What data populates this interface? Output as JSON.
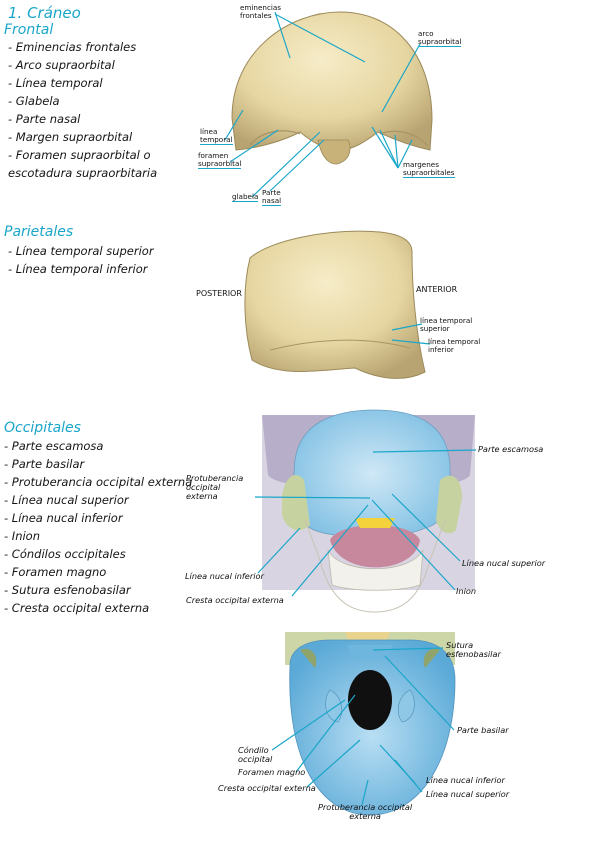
{
  "frontal": {
    "title": "1. Cráneo",
    "subtitle": "Frontal",
    "items": [
      "- Eminencias frontales",
      "- Arco supraorbital",
      "- Línea temporal",
      "- Glabela",
      "- Parte nasal",
      "- Margen supraorbital",
      "- Foramen supraorbital o",
      "escotadura supraorbitaria"
    ],
    "labels": {
      "eminencias": "eminencias\nfrontales",
      "arco": "arco\nsupraorbital",
      "linea": "línea\ntemporal",
      "foramen": "foramen\nsupraorbital",
      "glabela": "glabela",
      "parte_nasal": "Parte\nnasal",
      "margenes": "margenes\nsupraorbitales"
    }
  },
  "parietales": {
    "title": "Parietales",
    "items": [
      "- Línea temporal superior",
      "- Línea temporal inferior"
    ],
    "labels": {
      "posterior": "POSTERIOR",
      "anterior": "ANTERIOR",
      "lts": "línea temporal\nsuperior",
      "lti": "línea temporal\ninferior"
    }
  },
  "occipitales": {
    "title": "Occipitales",
    "items": [
      "- Parte escamosa",
      "- Parte basilar",
      "- Protuberancia occipital externa",
      "- Línea nucal superior",
      "- Línea nucal inferior",
      "- Inion",
      "- Cóndilos occipitales",
      "- Foramen magno",
      "- Sutura esfenobasilar",
      "- Cresta occipital externa"
    ],
    "labels_top": {
      "parte_escamosa": "Parte escamosa",
      "protuberancia": "Protuberancia\noccipital\nexterna",
      "linea_nucal_sup": "Línea nucal superior",
      "linea_nucal_inf": "Línea nucal inferior",
      "inion": "Inion",
      "cresta": "Cresta occipital externa"
    },
    "labels_bottom": {
      "sutura": "Sutura\nesfenobasilar",
      "parte_basilar": "Parte basilar",
      "condilo": "Cóndilo\noccipital",
      "foramen": "Foramen magno",
      "cresta": "Cresta occipital externa",
      "lni": "Línea nucal inferior",
      "lns": "Línea nucal superior",
      "protub": "Protuberancia occipital\nexterna"
    }
  },
  "colors": {
    "accent": "#1aa6c9",
    "bone": "#e8d9a6",
    "occipital_blue": "#a9d4ec",
    "skull_grey": "#b9b2c6",
    "bone_green": "#cfd8a8"
  }
}
